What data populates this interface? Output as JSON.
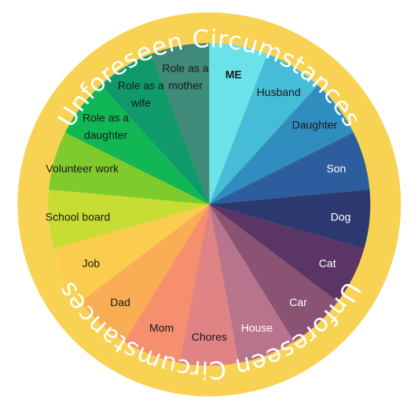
{
  "ring": {
    "text": "Unforeseen Circumstances",
    "fill": "#f8d253",
    "text_color": "#ffffff"
  },
  "segments": [
    {
      "label": [
        "ME"
      ],
      "color": "#6be2ea",
      "text_color": "#1a1a1a",
      "bold": true
    },
    {
      "label": [
        "Husband"
      ],
      "color": "#45bcd8",
      "text_color": "#1a1a1a"
    },
    {
      "label": [
        "Daughter"
      ],
      "color": "#2f8dbf",
      "text_color": "#1a1a1a"
    },
    {
      "label": [
        "Son"
      ],
      "color": "#2c5d9e",
      "text_color": "#ffffff"
    },
    {
      "label": [
        "Dog"
      ],
      "color": "#2b3970",
      "text_color": "#ffffff"
    },
    {
      "label": [
        "Cat"
      ],
      "color": "#5b3566",
      "text_color": "#ffffff"
    },
    {
      "label": [
        "Car"
      ],
      "color": "#8a5374",
      "text_color": "#ffffff"
    },
    {
      "label": [
        "House"
      ],
      "color": "#b8738d",
      "text_color": "#ffffff"
    },
    {
      "label": [
        "Chores"
      ],
      "color": "#e08385",
      "text_color": "#1a1a1a"
    },
    {
      "label": [
        "Mom"
      ],
      "color": "#f58f6e",
      "text_color": "#1a1a1a"
    },
    {
      "label": [
        "Dad"
      ],
      "color": "#f9ad55",
      "text_color": "#1a1a1a"
    },
    {
      "label": [
        "Job"
      ],
      "color": "#fbcd4f",
      "text_color": "#1a1a1a"
    },
    {
      "label": [
        "School board"
      ],
      "color": "#c8dd34",
      "text_color": "#1a1a1a"
    },
    {
      "label": [
        "Volunteer work"
      ],
      "color": "#7fcb2e",
      "text_color": "#1a1a1a"
    },
    {
      "label": [
        "Role as a",
        "daughter"
      ],
      "color": "#10b754",
      "text_color": "#1a1a1a"
    },
    {
      "label": [
        "Role as a",
        "wife"
      ],
      "color": "#109a6c",
      "text_color": "#1a1a1a"
    },
    {
      "label": [
        "Role as a",
        "mother"
      ],
      "color": "#3f8a78",
      "text_color": "#1a1a1a"
    }
  ]
}
